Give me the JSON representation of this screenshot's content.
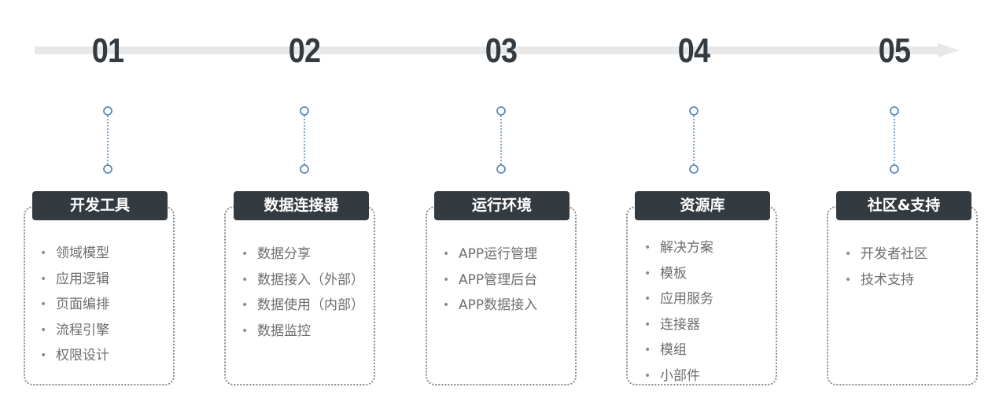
{
  "colors": {
    "dark": "#333a40",
    "arrow": "#e8e8e8",
    "dot": "#5b8bb8",
    "text": "#6e6e6e"
  },
  "icons": {
    "bullet": "•",
    "node": "circle-node-icon"
  },
  "steps": [
    {
      "num": "01",
      "title": "开发工具",
      "items": [
        "领域模型",
        "应用逻辑",
        "页面编排",
        "流程引擎",
        "权限设计"
      ]
    },
    {
      "num": "02",
      "title": "数据连接器",
      "items": [
        "数据分享",
        "数据接入（外部）",
        "数据使用（内部）",
        "数据监控"
      ]
    },
    {
      "num": "03",
      "title": "运行环境",
      "items": [
        "APP运行管理",
        "APP管理后台",
        "APP数据接入"
      ]
    },
    {
      "num": "04",
      "title": "资源库",
      "items": [
        "解决方案",
        "模板",
        "应用服务",
        "连接器",
        "模组",
        "小部件"
      ]
    },
    {
      "num": "05",
      "title": "社区&支持",
      "items": [
        "开发者社区",
        "技术支持"
      ]
    }
  ]
}
